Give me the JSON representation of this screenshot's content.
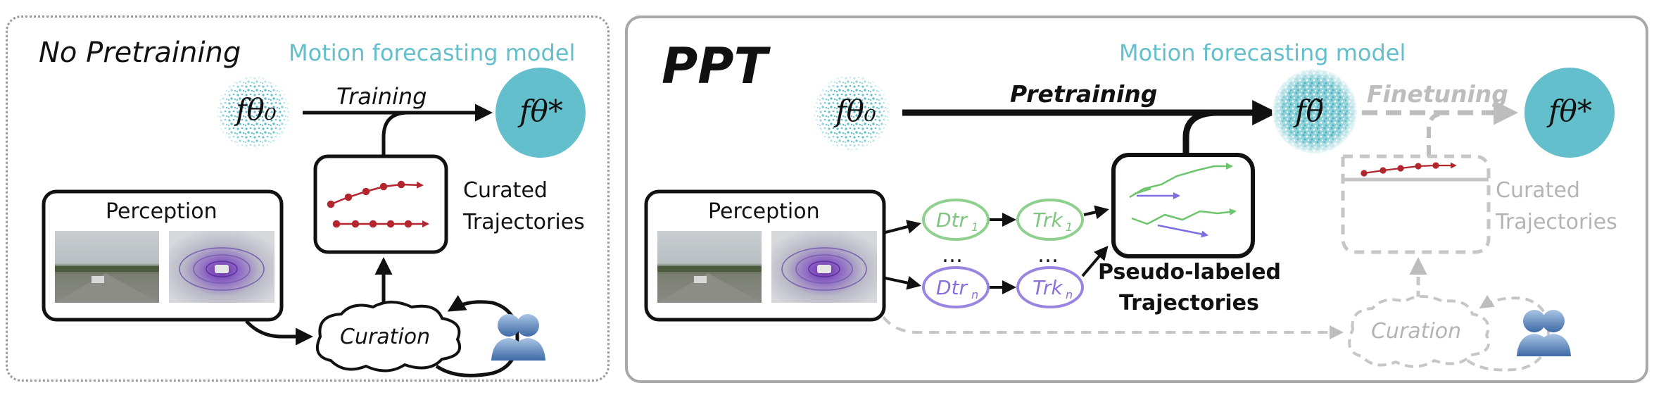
{
  "left_panel": {
    "title": "No Pretraining",
    "model_caption": "Motion forecasting model",
    "initial_model": "fθ₀",
    "final_model": "fθ*",
    "edge_training": "Training",
    "perception_label": "Perception",
    "curated_label_line1": "Curated",
    "curated_label_line2": "Trajectories",
    "curation_label": "Curation"
  },
  "right_panel": {
    "title": "PPT",
    "model_caption": "Motion forecasting model",
    "initial_model": "fθ₀",
    "pretrained_model": "fθ̃",
    "final_model": "fθ*",
    "edge_pretraining": "Pretraining",
    "edge_finetuning": "Finetuning",
    "perception_label": "Perception",
    "detector_1": "Dtr",
    "detector_1_sub": "1",
    "detector_n": "Dtr",
    "detector_n_sub": "n",
    "tracker_1": "Trk",
    "tracker_1_sub": "1",
    "tracker_n": "Trk",
    "tracker_n_sub": "n",
    "ellipsis_left": "…",
    "ellipsis_right": "…",
    "pseudo_label_line1": "Pseudo-labeled",
    "pseudo_label_line2": "Trajectories",
    "curated_label_line1": "Curated",
    "curated_label_line2": "Trajectories",
    "curation_label": "Curation"
  },
  "colors": {
    "model_teal": "#62bfcb",
    "trajectory_red": "#b3262e",
    "detector_green": "#7fc47f",
    "tracker_purple": "#8a6fdc",
    "faded_gray": "#b4b4b4",
    "annotator_blue": "#6f98c8"
  },
  "icons": [
    "annotator-people-icon",
    "camera-image",
    "lidar-image"
  ]
}
